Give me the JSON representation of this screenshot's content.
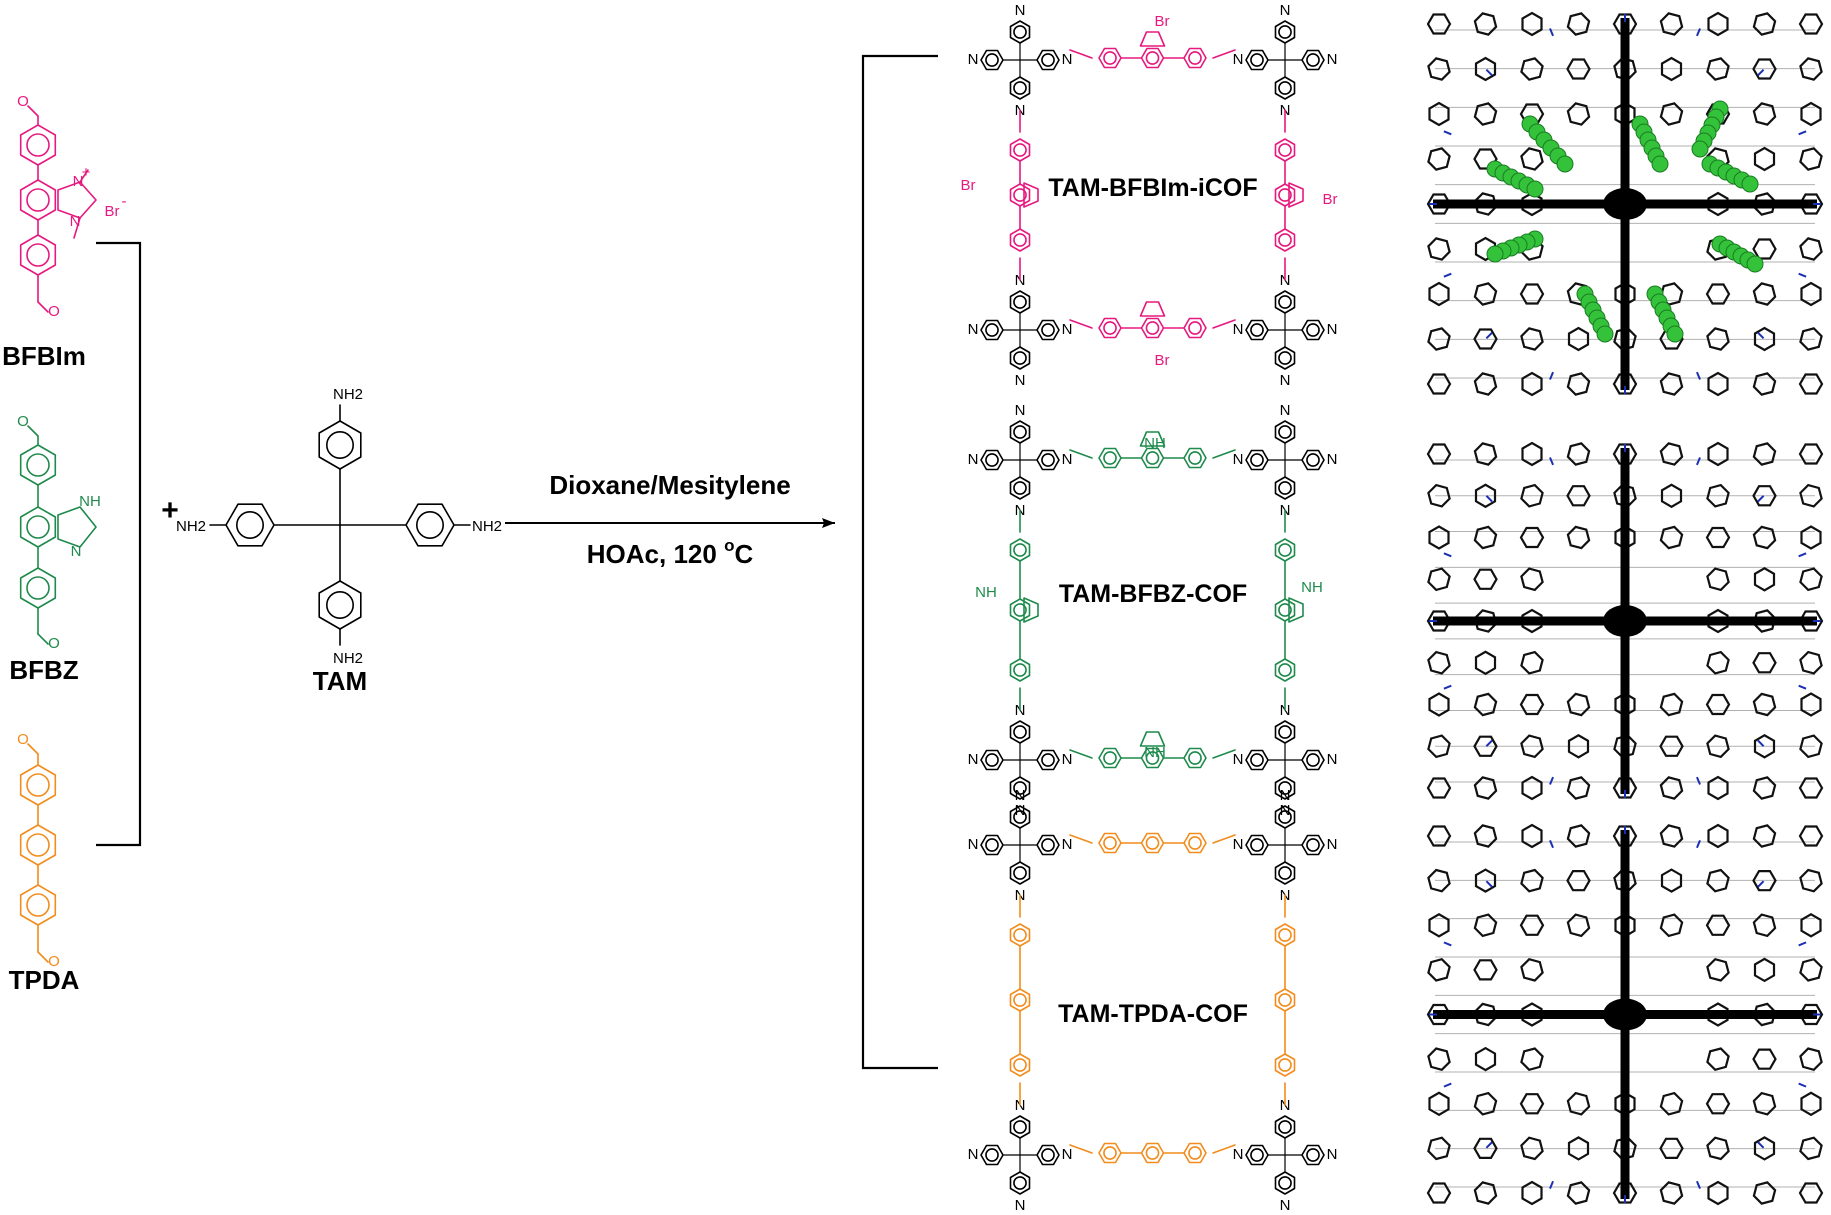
{
  "colors": {
    "bfbim": "#e6197f",
    "bfbz": "#1f8a4c",
    "tpda": "#f28c1c",
    "black": "#000000",
    "nitrogen_blue": "#1a2fb5",
    "anion_green": "#33c23a"
  },
  "monomers": {
    "bfbim": {
      "name": "BFBIm",
      "n_plus": "N",
      "plus": "+",
      "br": "Br",
      "minus": "-",
      "o": "O"
    },
    "bfbz": {
      "name": "BFBZ",
      "n": "N",
      "nh": "NH",
      "o": "O"
    },
    "tpda": {
      "name": "TPDA",
      "o": "O"
    },
    "tam": {
      "name": "TAM",
      "nh2": "NH2"
    }
  },
  "operators": {
    "plus": "+"
  },
  "reaction": {
    "conditions_line1": "Dioxane/Mesitylene",
    "conditions_line2_prefix": "HOAc, 120 ",
    "conditions_degree": "o",
    "conditions_unit": "C"
  },
  "products": [
    {
      "name": "TAM-BFBIm-iCOF",
      "linker_color": "bfbim",
      "n": "N",
      "br": "Br"
    },
    {
      "name": "TAM-BFBZ-COF",
      "linker_color": "bfbz",
      "n": "N",
      "nh": "NH"
    },
    {
      "name": "TAM-TPDA-COF",
      "linker_color": "tpda",
      "n": "N"
    }
  ],
  "models": [
    {
      "name": "bfbim-model",
      "has_anions": true
    },
    {
      "name": "bfbz-model",
      "has_anions": false
    },
    {
      "name": "tpda-model",
      "has_anions": false
    }
  ]
}
